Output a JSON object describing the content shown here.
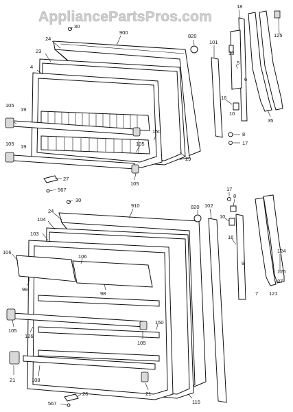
{
  "watermark": "AppliancePartsPros.com",
  "labels": {
    "freezer": {
      "l30": "30",
      "l900": "900",
      "l24": "24",
      "l23": "23",
      "l4": "4",
      "l820": "820",
      "l101": "101",
      "l18": "18",
      "l13": "13",
      "l125": "125",
      "l5": "5",
      "l6": "6",
      "l16": "16",
      "l10": "10",
      "l35": "35",
      "l8": "8",
      "l17": "17",
      "l105a": "105",
      "l19a": "19",
      "l105b": "105",
      "l19b": "19",
      "l150": "150",
      "l105c": "105",
      "l29": "29",
      "l105d": "105",
      "l27": "27",
      "l567": "567"
    },
    "fresh": {
      "l30": "30",
      "l910": "910",
      "l24": "24",
      "l104": "104",
      "l103": "103",
      "l820": "820",
      "l102": "102",
      "l17": "17",
      "l8": "8",
      "l10": "10",
      "l16": "16",
      "l9": "9",
      "l106a": "106",
      "l106b": "106",
      "l99": "99",
      "l98": "98",
      "l124": "124",
      "l125": "125",
      "l87": "87",
      "l7": "7",
      "l121": "121",
      "l105a": "105",
      "l126": "126",
      "l150": "150",
      "l105b": "105",
      "l21a": "21",
      "l108": "108",
      "l21b": "21",
      "l115": "115",
      "l567": "567",
      "l26": "26"
    }
  }
}
